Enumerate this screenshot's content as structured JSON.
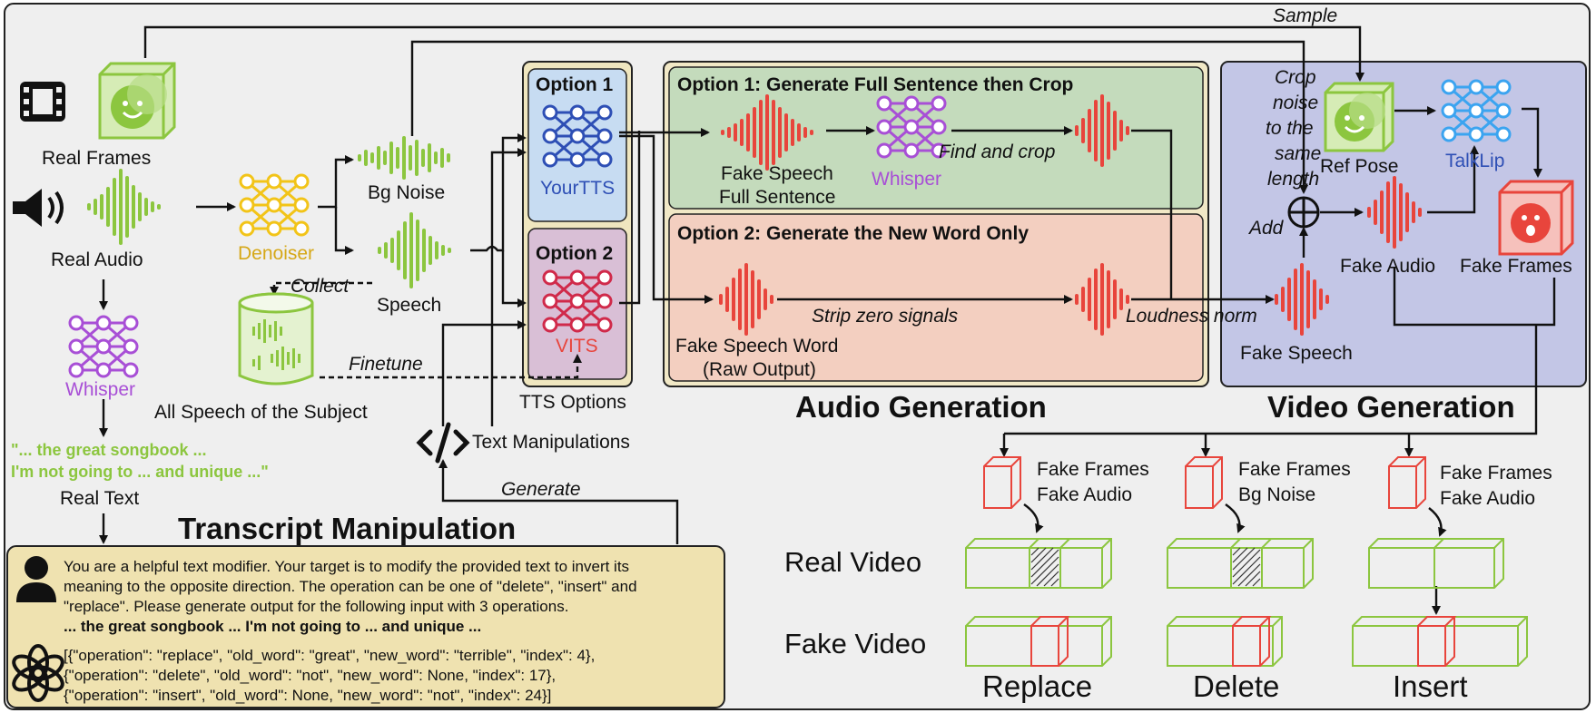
{
  "labels": {
    "real_frames": "Real Frames",
    "real_audio": "Real Audio",
    "whisper_left": "Whisper",
    "real_text_quote_1": "\"... the great songbook ...",
    "real_text_quote_2": "I'm not going to ... and unique ...\"",
    "real_text": "Real Text",
    "denoiser": "Denoiser",
    "bg_noise": "Bg Noise",
    "speech": "Speech",
    "collect": "Collect",
    "finetune": "Finetune",
    "all_speech": "All Speech of the Subject",
    "text_manipulations": "Text Manipulations",
    "generate": "Generate",
    "sample": "Sample",
    "tts_options": "TTS Options",
    "option1": "Option 1",
    "option2": "Option 2",
    "yourtts": "YourTTS",
    "vits": "VITS",
    "audio_opt1_title": "Option 1: Generate Full Sentence then Crop",
    "audio_opt2_title": "Option 2: Generate the New Word Only",
    "fake_speech_full_1": "Fake Speech",
    "fake_speech_full_2": "Full Sentence",
    "whisper_mid": "Whisper",
    "find_and_crop": "Find and crop",
    "fake_speech_word_1": "Fake Speech Word",
    "fake_speech_word_2": "(Raw Output)",
    "strip_zero": "Strip zero signals",
    "loudness_norm": "Loudness norm",
    "audio_generation": "Audio Generation",
    "video_generation": "Video Generation",
    "crop_noise_1": "Crop",
    "crop_noise_2": "noise",
    "crop_noise_3": "to the",
    "crop_noise_4": "same",
    "crop_noise_5": "length",
    "add": "Add",
    "ref_pose": "Ref Pose",
    "talklip": "TalkLip",
    "fake_audio_v": "Fake Audio",
    "fake_frames_v": "Fake Frames",
    "fake_speech_v": "Fake Speech",
    "transcript_manipulation": "Transcript Manipulation",
    "prompt_line1": "You are a helpful text modifier. Your target is to modify the provided text to invert its",
    "prompt_line2": "meaning to the opposite direction. The operation can be one of \"delete\", \"insert\" and",
    "prompt_line3": "\"replace\". Please generate output for the following input with 3 operations.",
    "prompt_line4": "... the great songbook ... I'm not going to ... and unique ...",
    "output_line1": "[{\"operation\": \"replace\", \"old_word\": \"great\", \"new_word\": \"terrible\", \"index\": 4},",
    "output_line2": " {\"operation\": \"delete\", \"old_word\": \"not\", \"new_word\": None, \"index\": 17},",
    "output_line3": " {\"operation\": \"insert\", \"old_word\": None, \"new_word\": \"not\", \"index\": 24}]",
    "replace_top1": "Fake Frames",
    "replace_top2": "Fake Audio",
    "delete_top1": "Fake Frames",
    "delete_top2": "Bg Noise",
    "insert_top1": "Fake Frames",
    "insert_top2": "Fake Audio",
    "real_video": "Real Video",
    "fake_video": "Fake Video",
    "replace": "Replace",
    "delete": "Delete",
    "insert": "Insert"
  },
  "icons": {
    "film": "film-strip-icon",
    "speaker": "speaker-icon",
    "face": "face-cube-icon",
    "waveform": "waveform-icon",
    "network": "neural-network-icon",
    "database": "database-icon",
    "code": "code-icon",
    "user": "user-icon",
    "openai": "openai-logo-icon",
    "sum": "circle-plus-icon"
  },
  "colors": {
    "green": "#8cc63f",
    "red": "#e8453c",
    "purple": "#a84fd6",
    "yellow": "#f2c418",
    "blue_net": "#2e4fb5",
    "light_blue_net": "#3ba4f0",
    "option1_bg": "#c7dcf2",
    "option2_bg": "#d9bfd6",
    "tts_bg": "#efe6bf",
    "audio_opt1_bg": "#c4dbbc",
    "audio_opt2_bg": "#f3cfc0",
    "audio_gen_bg": "#f1e8c6",
    "video_gen_bg": "#c3c6e6",
    "prompt_bg": "#efe2b0",
    "canvas_bg": "#efefef"
  }
}
